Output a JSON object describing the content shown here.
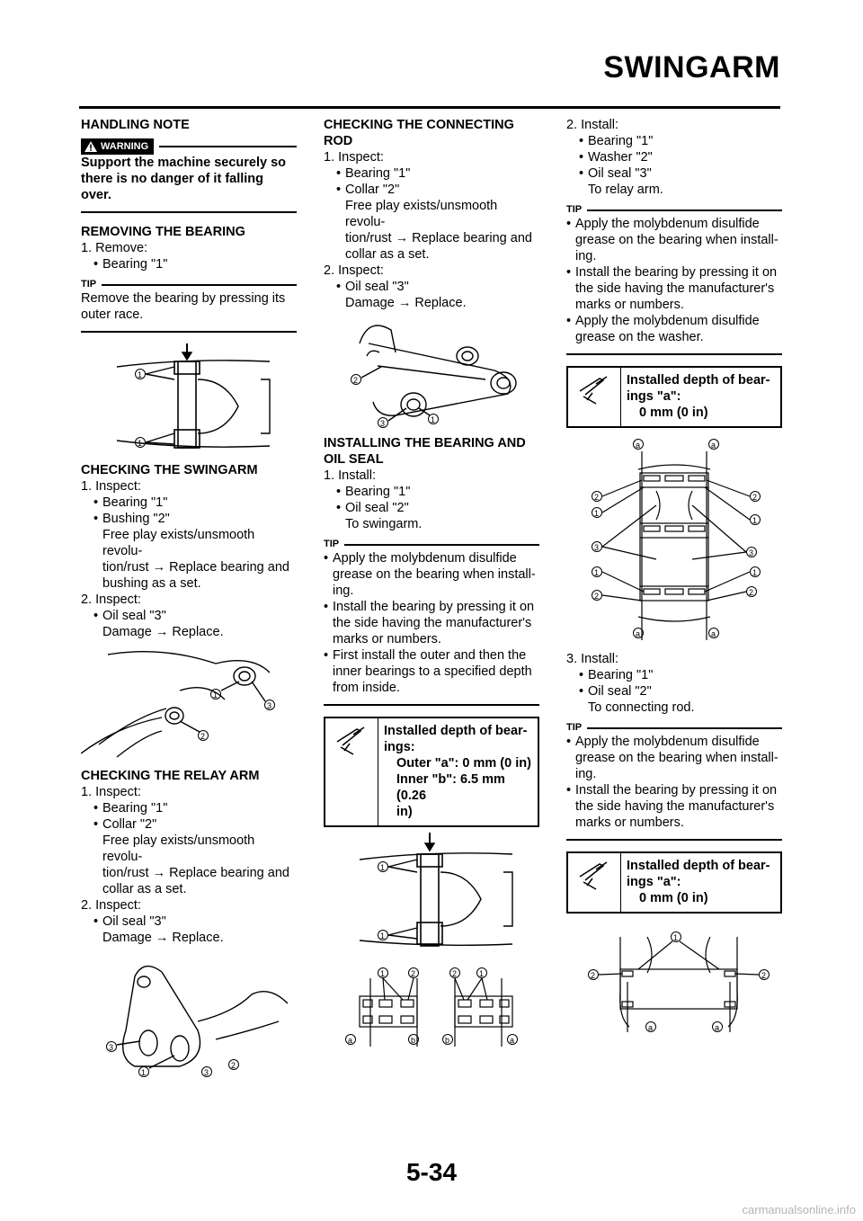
{
  "header": {
    "title": "SWINGARM"
  },
  "footer": {
    "page_number": "5-34",
    "watermark": "carmanualsonline.info"
  },
  "col1": {
    "handling_note": "HANDLING NOTE",
    "warning_label": "WARNING",
    "warning_text": [
      "Support the machine securely so",
      "there is no danger of it falling over."
    ],
    "removing_bearing": {
      "heading": "REMOVING THE BEARING",
      "step1": "1.  Remove:",
      "item1": "Bearing \"1\"",
      "tip_label": "TIP",
      "tip_text": [
        "Remove the bearing by pressing its",
        "outer race."
      ]
    },
    "checking_swingarm": {
      "heading": "CHECKING THE SWINGARM",
      "step1": "1.  Inspect:",
      "items1": [
        "Bearing \"1\"",
        "Bushing \"2\""
      ],
      "cont1": [
        "Free play exists/unsmooth revolu-",
        "tion/rust → Replace bearing and",
        "bushing as a set."
      ],
      "step2": "2.  Inspect:",
      "items2": [
        "Oil seal \"3\""
      ],
      "cont2": "Damage → Replace."
    },
    "checking_relay_arm": {
      "heading": "CHECKING THE RELAY ARM",
      "step1": "1.  Inspect:",
      "items1": [
        "Bearing \"1\"",
        "Collar \"2\""
      ],
      "cont1": [
        "Free play exists/unsmooth revolu-",
        "tion/rust → Replace bearing and",
        "collar as a set."
      ],
      "step2": "2.  Inspect:",
      "items2": [
        "Oil seal \"3\""
      ],
      "cont2": "Damage → Replace."
    }
  },
  "col2": {
    "checking_rod": {
      "heading": [
        "CHECKING THE CONNECTING",
        "ROD"
      ],
      "step1": "1.  Inspect:",
      "items1": [
        "Bearing \"1\"",
        "Collar \"2\""
      ],
      "cont1": [
        "Free play exists/unsmooth revolu-",
        "tion/rust → Replace bearing and",
        "collar as a set."
      ],
      "step2": "2.  Inspect:",
      "items2": [
        "Oil seal \"3\""
      ],
      "cont2": "Damage → Replace."
    },
    "installing": {
      "heading": [
        "INSTALLING THE BEARING AND",
        "OIL SEAL"
      ],
      "step1": "1.  Install:",
      "items1": [
        "Bearing \"1\"",
        "Oil seal \"2\""
      ],
      "cont1": "To swingarm.",
      "tip_label": "TIP",
      "tip_items": [
        [
          "Apply the molybdenum disulfide",
          "grease on the bearing when install-",
          "ing."
        ],
        [
          "Install the bearing by pressing it on",
          "the side having the manufacturer's",
          "marks or numbers."
        ],
        [
          "First install the outer and then the",
          "inner bearings to a specified depth",
          "from inside."
        ]
      ],
      "spec": [
        "Installed depth of bear-",
        "ings:",
        "Outer \"a\": 0 mm (0 in)",
        "Inner \"b\": 6.5 mm (0.26",
        "in)"
      ]
    }
  },
  "col3": {
    "step2": "2.  Install:",
    "items2": [
      "Bearing \"1\"",
      "Washer \"2\"",
      "Oil seal \"3\""
    ],
    "cont2": "To relay arm.",
    "tip_label": "TIP",
    "tip_items": [
      [
        "Apply the molybdenum disulfide",
        "grease on the bearing when install-",
        "ing."
      ],
      [
        "Install the bearing by pressing it on",
        "the side having the manufacturer's",
        "marks or numbers."
      ],
      [
        "Apply the molybdenum disulfide",
        "grease on the washer."
      ]
    ],
    "spec1": [
      "Installed depth of bear-",
      "ings \"a\":",
      "0 mm (0 in)"
    ],
    "step3": "3.  Install:",
    "items3": [
      "Bearing \"1\"",
      "Oil seal \"2\""
    ],
    "cont3": "To connecting rod.",
    "tip2_label": "TIP",
    "tip2_items": [
      [
        "Apply the molybdenum disulfide",
        "grease on the bearing when install-",
        "ing."
      ],
      [
        "Install the bearing by pressing it on",
        "the side having the manufacturer's",
        "marks or numbers."
      ]
    ],
    "spec2": [
      "Installed depth of bear-",
      "ings \"a\":",
      "0 mm (0 in)"
    ]
  },
  "callouts": {
    "one": "1",
    "two": "2",
    "three": "3",
    "a": "a",
    "b": "b"
  },
  "icons": {
    "warning": "warning-triangle-icon",
    "spec": "caliper-icon"
  }
}
